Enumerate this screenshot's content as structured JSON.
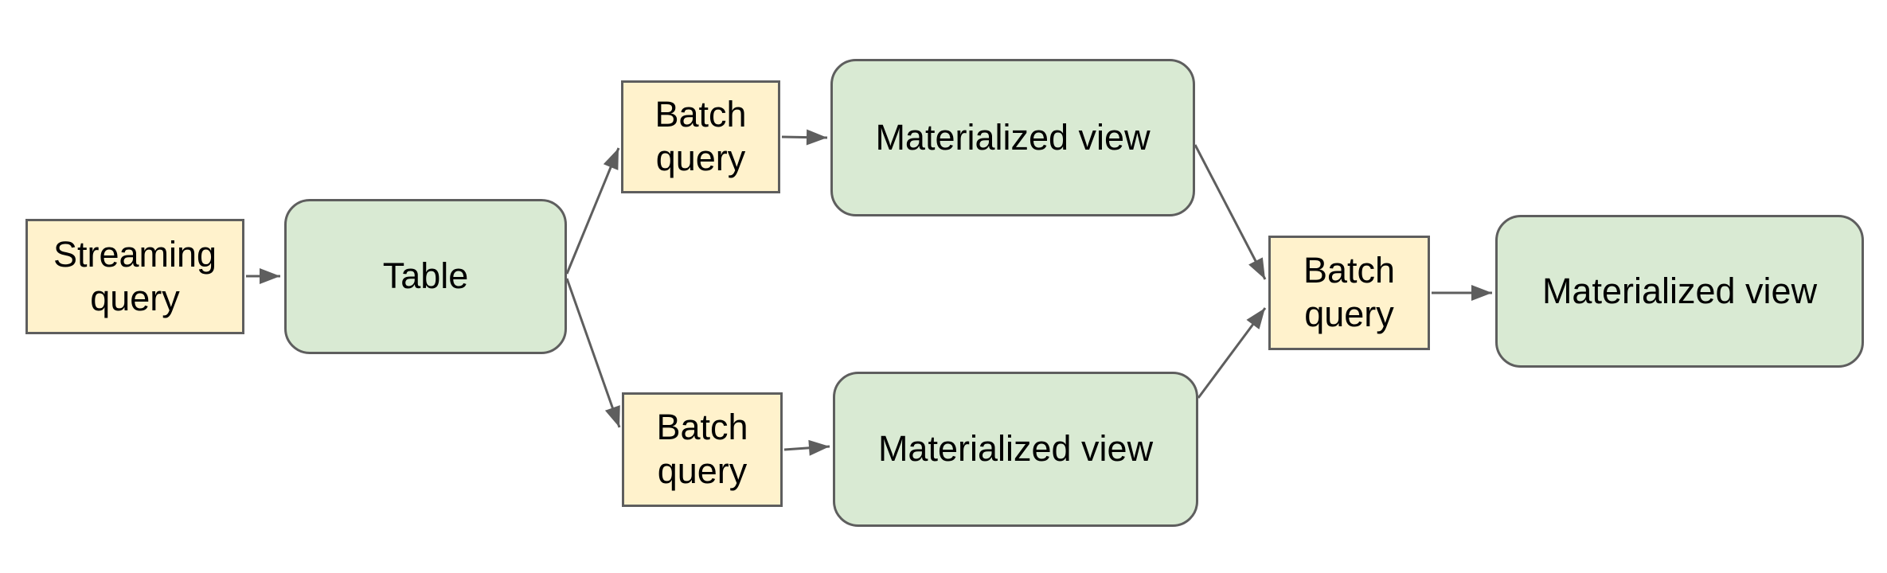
{
  "diagram": {
    "background_color": "#ffffff",
    "colors": {
      "query_node_fill": "#fff2cc",
      "table_node_fill": "#d9ead3",
      "node_border": "#5e5e5e",
      "arrow": "#5e5e5e",
      "text": "#000000"
    },
    "nodes": [
      {
        "id": "streaming-query",
        "label": "Streaming query",
        "shape": "rectangle",
        "fill": "#fff2cc"
      },
      {
        "id": "table",
        "label": "Table",
        "shape": "rounded-rectangle",
        "fill": "#d9ead3"
      },
      {
        "id": "batch-query-top",
        "label": "Batch query",
        "shape": "rectangle",
        "fill": "#fff2cc"
      },
      {
        "id": "materialized-view-top",
        "label": "Materialized view",
        "shape": "rounded-rectangle",
        "fill": "#d9ead3"
      },
      {
        "id": "batch-query-bottom",
        "label": "Batch query",
        "shape": "rectangle",
        "fill": "#fff2cc"
      },
      {
        "id": "materialized-view-bottom",
        "label": "Materialized view",
        "shape": "rounded-rectangle",
        "fill": "#d9ead3"
      },
      {
        "id": "batch-query-right",
        "label": "Batch query",
        "shape": "rectangle",
        "fill": "#fff2cc"
      },
      {
        "id": "materialized-view-right",
        "label": "Materialized view",
        "shape": "rounded-rectangle",
        "fill": "#d9ead3"
      }
    ],
    "edges": [
      {
        "from": "streaming-query",
        "to": "table"
      },
      {
        "from": "table",
        "to": "batch-query-top"
      },
      {
        "from": "table",
        "to": "batch-query-bottom"
      },
      {
        "from": "batch-query-top",
        "to": "materialized-view-top"
      },
      {
        "from": "batch-query-bottom",
        "to": "materialized-view-bottom"
      },
      {
        "from": "materialized-view-top",
        "to": "batch-query-right"
      },
      {
        "from": "materialized-view-bottom",
        "to": "batch-query-right"
      },
      {
        "from": "batch-query-right",
        "to": "materialized-view-right"
      }
    ]
  }
}
